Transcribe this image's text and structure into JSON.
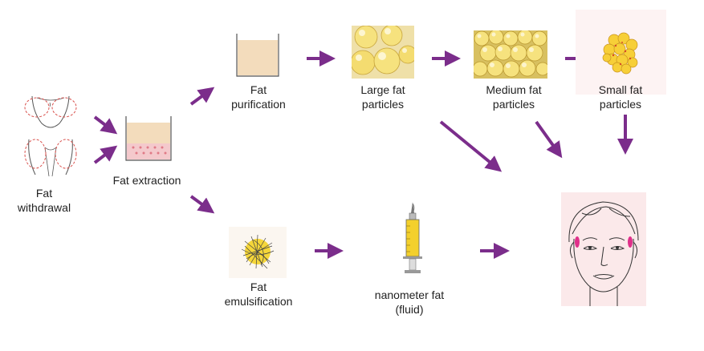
{
  "labels": {
    "fat_withdrawal": [
      "Fat",
      "withdrawal"
    ],
    "fat_extraction": "Fat extraction",
    "fat_purification": [
      "Fat",
      "purification"
    ],
    "large_fat_particles": [
      "Large fat",
      "particles"
    ],
    "medium_fat_particles": [
      "Medium fat",
      "particles"
    ],
    "small_fat_particles": [
      "Small fat",
      "particles"
    ],
    "fat_emulsification": [
      "Fat",
      "emulsification"
    ],
    "nanometer_fat": [
      "nanometer fat",
      "(fluid)"
    ]
  },
  "colors": {
    "arrow": "#7b2d8b",
    "fat_yellow": "#f4df7a",
    "beaker_fill": "#f3dcbc",
    "pink_layer": "#f4c9cc",
    "face_background": "#fbe9ea",
    "cheek_injection": "#e0308a"
  },
  "icons": [
    "body-outline-icon",
    "beaker-icon",
    "fat-particles-icon",
    "syringe-icon",
    "face-icon"
  ]
}
